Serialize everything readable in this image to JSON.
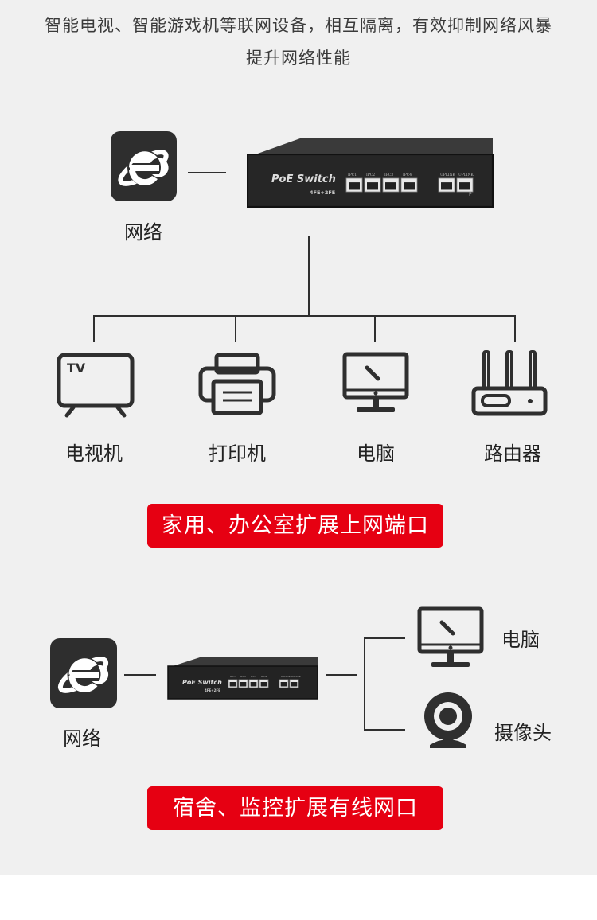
{
  "intro": {
    "line1": "智能电视、智能游戏机等联网设备，相互隔离，有效抑制网络风暴",
    "line2": "提升网络性能"
  },
  "section1": {
    "network_label": "网络",
    "switch": {
      "brand": "PoE Switch",
      "model": "4FE+2FE",
      "ports": [
        "IPC1",
        "IPC2",
        "IPC3",
        "IPC4",
        "UPLINK",
        "UPLINK"
      ]
    },
    "devices": [
      "电视机",
      "打印机",
      "电脑",
      "路由器"
    ],
    "tv_text": "TV",
    "banner": "家用、办公室扩展上网端口"
  },
  "section2": {
    "network_label": "网络",
    "devices": [
      "电脑",
      "摄像头"
    ],
    "banner": "宿舍、监控扩展有线网口"
  },
  "icons": {
    "network": "ie-browser-icon",
    "tv": "tv-icon",
    "printer": "printer-icon",
    "computer": "computer-monitor-icon",
    "router": "router-icon",
    "camera": "webcam-icon",
    "switch": "poe-switch-icon"
  },
  "colors": {
    "banner_bg": "#e60012",
    "panel_bg": "#f0f0f0",
    "icon_tile": "#2e2e2e"
  }
}
